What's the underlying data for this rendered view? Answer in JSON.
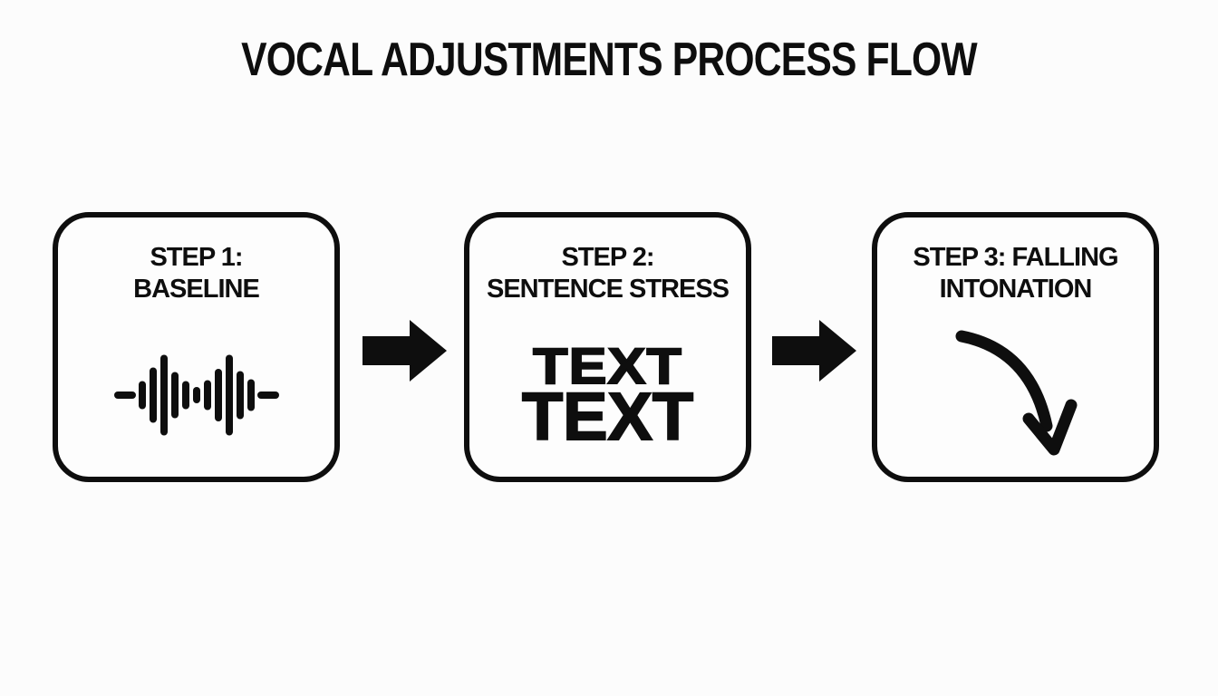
{
  "title": "VOCAL ADJUSTMENTS PROCESS FLOW",
  "colors": {
    "ink": "#0e0e0e",
    "background": "#fcfcfc",
    "box_fill": "#fdfdfd"
  },
  "steps": [
    {
      "id": "baseline",
      "label_lines": [
        "STEP 1:",
        "BASELINE"
      ],
      "icon": "waveform-icon"
    },
    {
      "id": "sentence-stress",
      "label_lines": [
        "STEP 2:",
        "SENTENCE STRESS"
      ],
      "icon": "stacked-bold-text-icon",
      "icon_text": {
        "top": "TEXT",
        "bottom": "TEXT"
      }
    },
    {
      "id": "falling-intonation",
      "label_lines": [
        "STEP 3: FALLING",
        "INTONATION"
      ],
      "icon": "falling-curved-arrow-icon"
    }
  ],
  "connectors": [
    {
      "icon": "block-right-arrow-icon"
    },
    {
      "icon": "block-right-arrow-icon"
    }
  ]
}
